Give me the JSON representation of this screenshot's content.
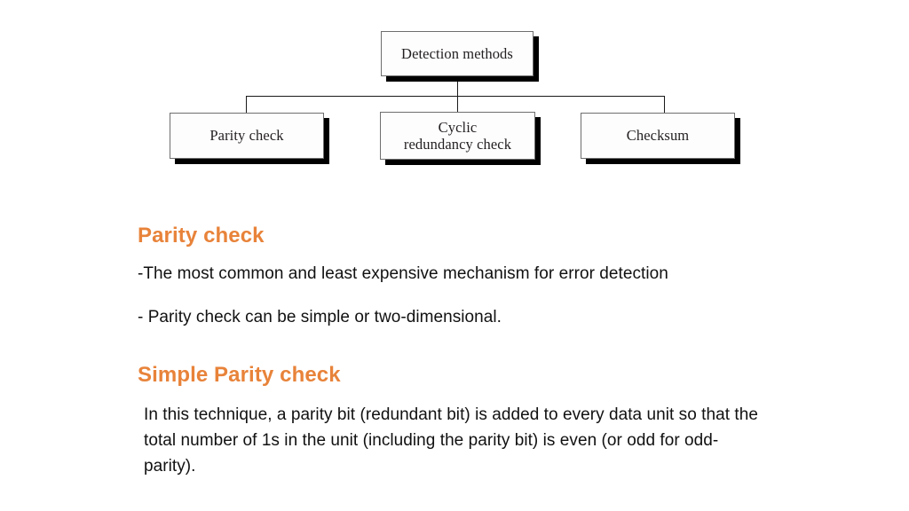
{
  "slide": {
    "accent_color": "#e8833a",
    "text_color": "#111111",
    "background_color": "#ffffff"
  },
  "diagram": {
    "title": "Detection methods tree",
    "root": {
      "label": "Detection methods"
    },
    "children": [
      {
        "label": "Parity check"
      },
      {
        "label": "Cyclic\nredundancy check"
      },
      {
        "label": "Checksum"
      }
    ]
  },
  "content": {
    "heading_parity": "Parity check",
    "bullet_1": "-The most common and least expensive mechanism for error detection",
    "bullet_2": "- Parity check can be simple or two-dimensional.",
    "heading_simple_parity": "Simple Parity check",
    "paragraph": "In this technique, a parity bit (redundant bit) is added to every data unit so that the total number of 1s in the unit (including the parity bit) is even (or odd for odd-parity)."
  }
}
